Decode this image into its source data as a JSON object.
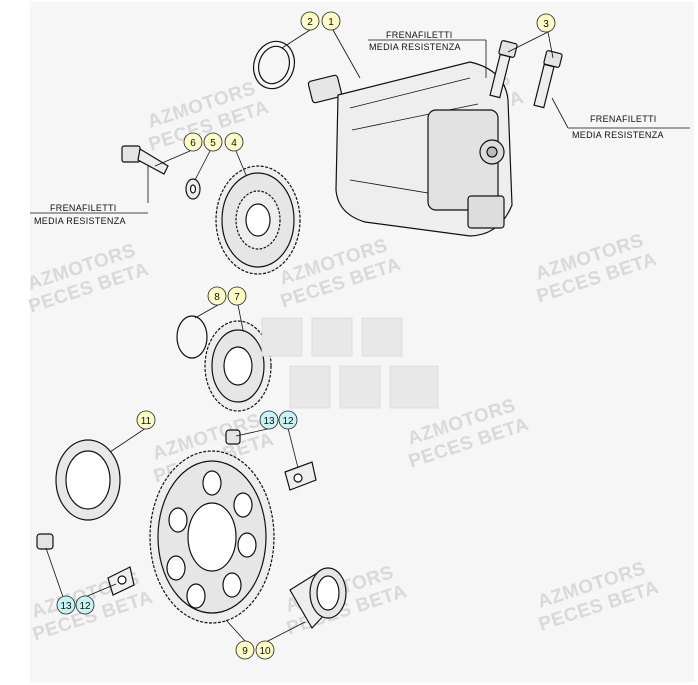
{
  "colors": {
    "background": "#ffffff",
    "panel": "#f6f6f6",
    "callout_yellow": "#fdfbc6",
    "callout_cyan": "#c8f2f4",
    "callout_stroke": "#222222",
    "line": "#111111",
    "watermark": "#d9d9d9",
    "part_fill": "#eeeeee"
  },
  "watermark": {
    "line1": "AZMOTORS",
    "line2": "PECES BETA"
  },
  "notes": [
    {
      "id": "note-top",
      "line1": "FRENAFILETTI",
      "line2": "MEDIA RESISTENZA"
    },
    {
      "id": "note-right",
      "line1": "FRENAFILETTI",
      "line2": "MEDIA RESISTENZA"
    },
    {
      "id": "note-left",
      "line1": "FRENAFILETTI",
      "line2": "MEDIA RESISTENZA"
    }
  ],
  "callouts": [
    {
      "label": "2",
      "style": "yellow"
    },
    {
      "label": "1",
      "style": "yellow"
    },
    {
      "label": "3",
      "style": "yellow"
    },
    {
      "label": "6",
      "style": "yellow"
    },
    {
      "label": "5",
      "style": "yellow"
    },
    {
      "label": "4",
      "style": "yellow"
    },
    {
      "label": "8",
      "style": "yellow"
    },
    {
      "label": "7",
      "style": "yellow"
    },
    {
      "label": "11",
      "style": "yellow"
    },
    {
      "label": "13",
      "style": "cyan"
    },
    {
      "label": "12",
      "style": "cyan"
    },
    {
      "label": "13",
      "style": "cyan"
    },
    {
      "label": "12",
      "style": "cyan"
    },
    {
      "label": "9",
      "style": "yellow"
    },
    {
      "label": "10",
      "style": "yellow"
    }
  ]
}
